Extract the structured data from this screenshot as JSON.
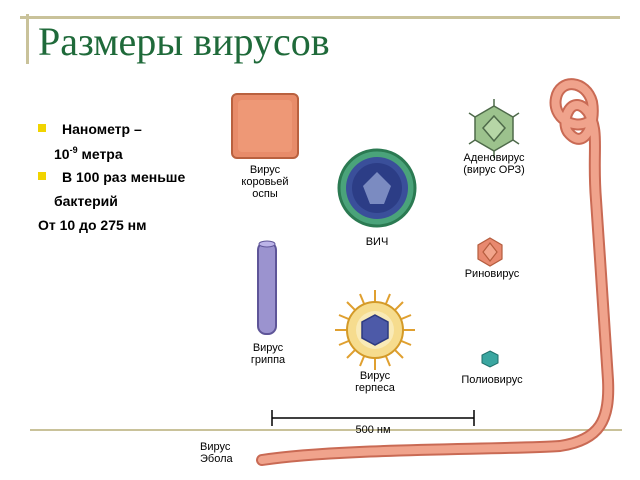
{
  "title": "Размеры вирусов",
  "bullets": [
    {
      "text": "Нанометр –"
    },
    {
      "text": "В 100 раз меньше"
    }
  ],
  "line2_base": "10",
  "line2_sup": "-9",
  "line2_rest": " метра",
  "line4": "бактерий",
  "line5": "От 10 до 275 нм",
  "labels": {
    "vaccinia": [
      "Вирус",
      "коровьей",
      "оспы"
    ],
    "hiv": "ВИЧ",
    "adeno": [
      "Аденовирус",
      "(вирус ОРЗ)"
    ],
    "rhino": "Риновирус",
    "influenza": [
      "Вирус",
      "гриппа"
    ],
    "herpes": [
      "Вирус",
      "герпеса"
    ],
    "polio": "Полиовирус",
    "ebola": [
      "Вирус",
      "Эбола"
    ]
  },
  "scale_label": "500 нм",
  "colors": {
    "title": "#1f6a3a",
    "bullet": "#f1d400",
    "ebola": "#e8896f",
    "frame": "#c9c29a"
  }
}
